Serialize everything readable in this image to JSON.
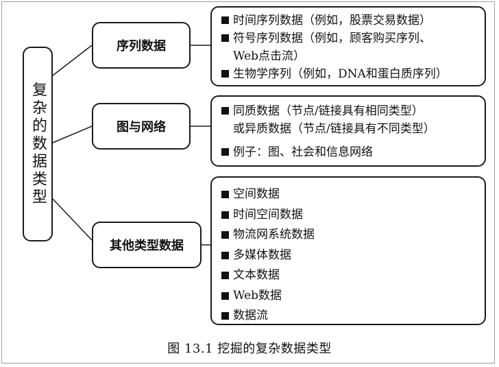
{
  "root": {
    "label": "复杂的数据类型"
  },
  "categories": [
    {
      "label": "序列数据",
      "items": [
        "时间序列数据（例如，股票交易数据）",
        "符号序列数据（例如，顾客购买序列、\nWeb点击流）",
        "生物学序列（例如，DNA和蛋白质序列）"
      ]
    },
    {
      "label": "图与网络",
      "items": [
        "同质数据（节点/链接具有相同类型）\n或异质数据（节点/链接具有不同类型）",
        "例子：图、社会和信息网络"
      ]
    },
    {
      "label": "其他类型数据",
      "items": [
        "空间数据",
        "时间空间数据",
        "物流网系统数据",
        "多媒体数据",
        "文本数据",
        "Web数据",
        "数据流"
      ]
    }
  ],
  "caption": "图 13.1    挖掘的复杂数据类型",
  "colors": {
    "line": "#1a1a1a",
    "frame": "#9a9a9a",
    "background": "#ffffff"
  }
}
